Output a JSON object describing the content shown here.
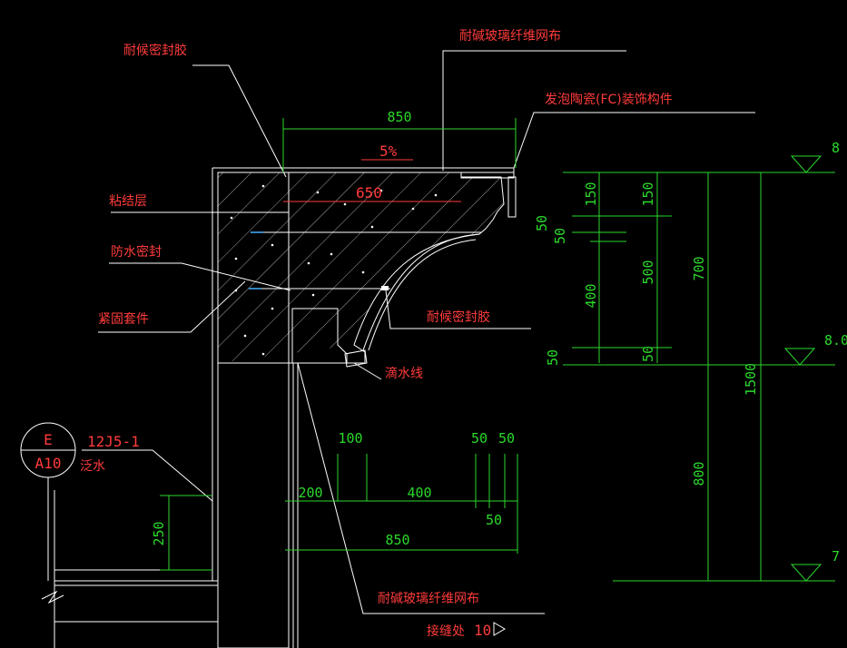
{
  "labels": {
    "sealant_top": "耐候密封胶",
    "mesh_top": "耐碱玻璃纤维网布",
    "fc_component": "发泡陶瓷(FC)装饰构件",
    "bond_layer": "粘结层",
    "waterproof_seal": "防水密封",
    "fastener": "紧固套件",
    "sealant_mid": "耐候密封胶",
    "drip_line": "滴水线",
    "mesh_bottom": "耐碱玻璃纤维网布",
    "joint": "接缝处",
    "joint_num": "10",
    "flashing": "泛水",
    "ref_code": "12J5-1"
  },
  "detail_circle": {
    "top": "E",
    "bottom": "A10"
  },
  "dims": {
    "top_850": "850",
    "slope": "5%",
    "inner_650": "650",
    "v150a": "150",
    "v150b": "150",
    "v50a": "50",
    "v50b": "50",
    "v400": "400",
    "v500": "500",
    "v700": "700",
    "v50c": "50",
    "v50d": "50",
    "v1500": "1500",
    "v800": "800",
    "h100": "100",
    "h50a": "50",
    "h50b": "50",
    "h200": "200",
    "h400": "400",
    "h50c": "50",
    "h850": "850",
    "v250": "250"
  },
  "elevations": {
    "e1": "8",
    "e2": "8.0",
    "e3": "7"
  },
  "colors": {
    "line": "#ffffff",
    "dimension": "#2bd92b",
    "annotation": "#ff3b3b",
    "background": "#000000"
  }
}
